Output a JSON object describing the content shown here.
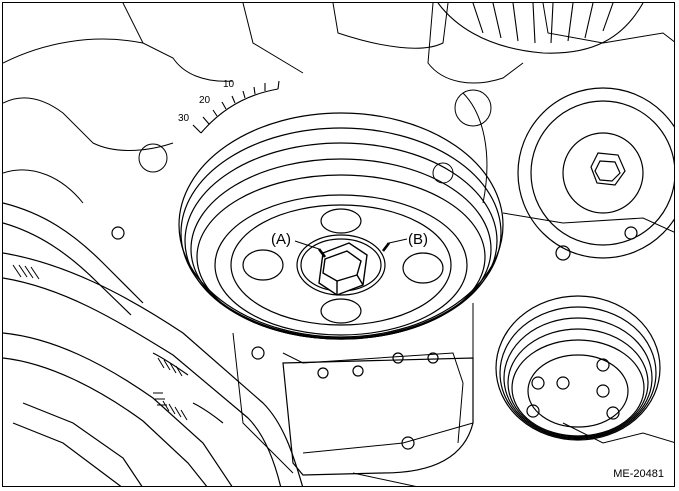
{
  "labels": {
    "a": "(A)",
    "b": "(B)",
    "figure_code": "ME-20481"
  },
  "scale": {
    "ticks": [
      "10",
      "20",
      "30"
    ]
  },
  "colors": {
    "line": "#000000",
    "background": "#ffffff"
  }
}
